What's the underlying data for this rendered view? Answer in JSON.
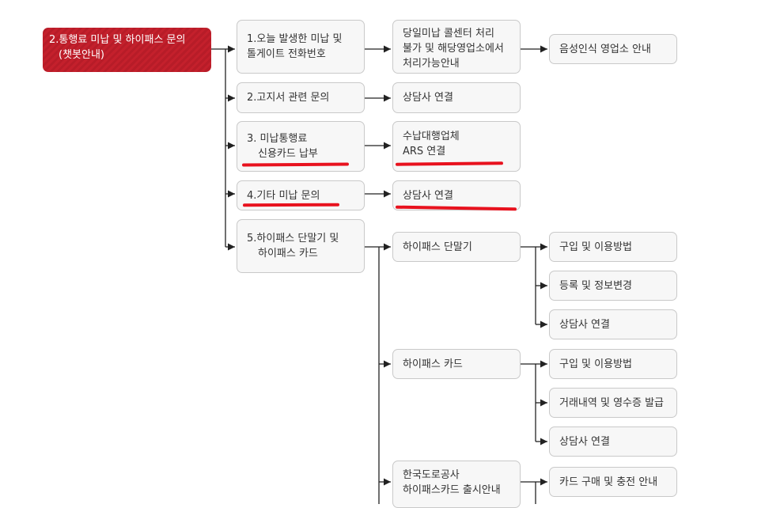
{
  "root": {
    "line1": "2.통행료 미납 및 하이패스 문의",
    "line2": "(챗봇안내)"
  },
  "menu": {
    "item1": {
      "line1": "1.오늘 발생한 미납 및",
      "line2": "톨게이트 전화번호"
    },
    "item2": {
      "label": "2.고지서 관련 문의"
    },
    "item3": {
      "line1": "3. 미납통행료",
      "line2": "신용카드 납부"
    },
    "item4": {
      "label": "4.기타 미납 문의"
    },
    "item5": {
      "line1": "5.하이패스 단말기 및",
      "line2": "하이패스 카드"
    }
  },
  "sub": {
    "item1": {
      "line1": "당일미납 콜센터 처리",
      "line2": "불가 및 해당영업소에서",
      "line3": "처리가능안내"
    },
    "item1_next": {
      "label": "음성인식 영업소 안내"
    },
    "item2": {
      "label": "상담사 연결"
    },
    "item3": {
      "line1": "수납대행업체",
      "line2": "ARS 연결"
    },
    "item4": {
      "label": "상담사 연결"
    }
  },
  "hipass": {
    "terminal": {
      "label": "하이패스 단말기",
      "children": [
        "구입 및 이용방법",
        "등록 및 정보변경",
        "상담사 연결"
      ]
    },
    "card": {
      "label": "하이패스 카드",
      "children": [
        "구입 및 이용방법",
        "거래내역 및 영수증 발급",
        "상담사 연결"
      ]
    },
    "launch": {
      "line1": "한국도로공사",
      "line2": "하이패스카드 출시안내",
      "children": [
        "카드 구매 및 충전 안내"
      ]
    }
  },
  "colors": {
    "root": "#c4202c",
    "highlight": "#e8121e",
    "node_bg": "#f7f7f7",
    "node_border": "#c9c9c9",
    "line": "#222222"
  }
}
